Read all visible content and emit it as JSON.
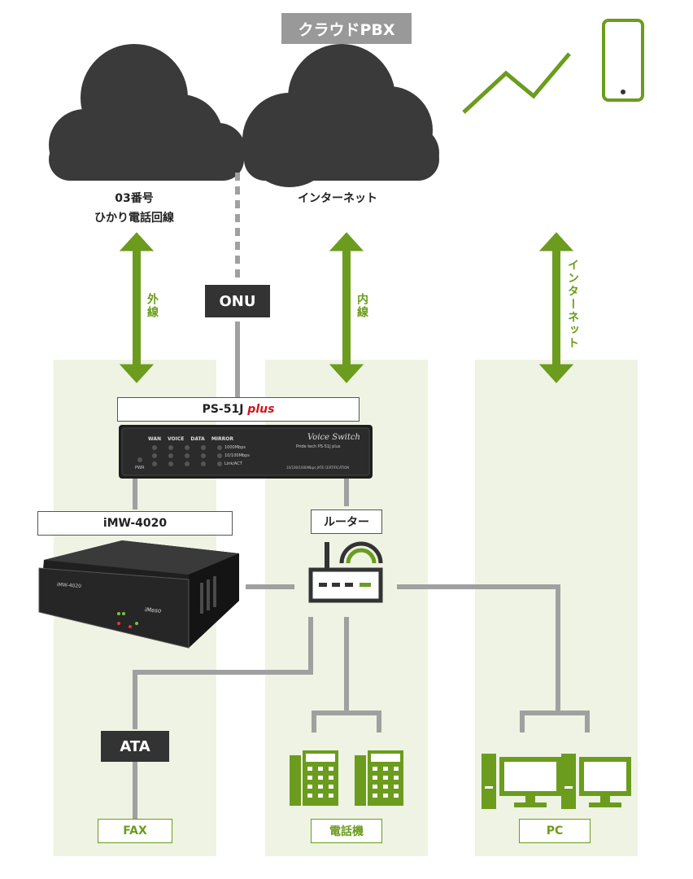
{
  "title": "クラウドPBX",
  "clouds": {
    "left_label_line1": "03番号",
    "left_label_line2": "ひかり電話回線",
    "right_label": "インターネット"
  },
  "arrows": {
    "outer_line": "外線",
    "inner_line": "内線",
    "internet": "インターネット"
  },
  "devices": {
    "onu": "ONU",
    "ps51j_name": "PS-51J",
    "ps51j_suffix": "plus",
    "imw": "iMW-4020",
    "router": "ルーター",
    "ata": "ATA"
  },
  "switch_panel": {
    "brand": "Voice Switch",
    "model": "Pride tech PS-51J plus",
    "ports": [
      "WAN",
      "VOICE",
      "DATA",
      "MIRROR"
    ],
    "speeds": [
      "1000Mbps",
      "10/100Mbps",
      "Link/ACT"
    ],
    "cert": "10/100/1000Mbps JATE CERTIFICATION",
    "pwr": "PWR"
  },
  "imw_panel": {
    "model": "iMW-4020",
    "brand": "iMeso"
  },
  "endpoints": {
    "fax": "FAX",
    "phone": "電話機",
    "pc": "PC"
  },
  "colors": {
    "green": "#6b9c1d",
    "column_bg": "#eef3e3",
    "cloud": "#3a3a3a",
    "line": "#9a9a9a"
  }
}
